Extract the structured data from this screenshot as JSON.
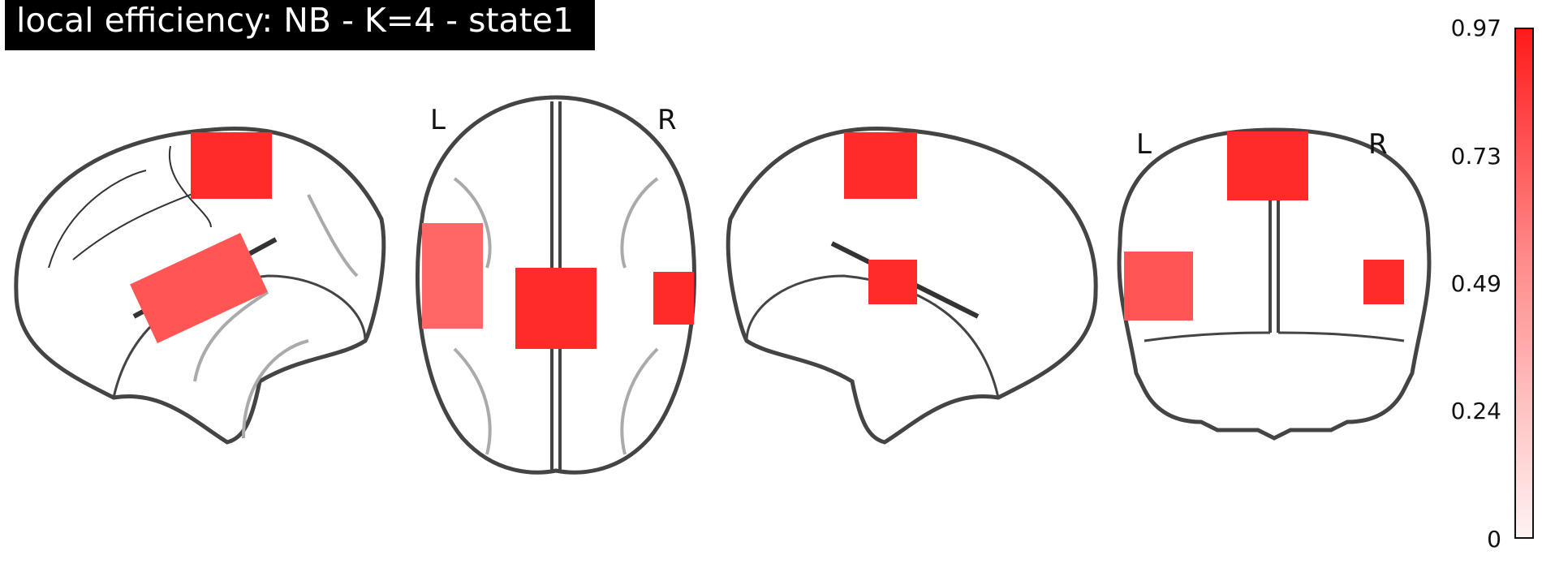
{
  "title": "local efficiency: NB - K=4 - state1",
  "views": {
    "axial": {
      "left_label": "L",
      "right_label": "R"
    },
    "coronal": {
      "left_label": "L",
      "right_label": "R"
    }
  },
  "colorbar": {
    "ticks": [
      "0.97",
      "0.73",
      "0.49",
      "0.24",
      "0"
    ],
    "colormap": [
      "#ffffff",
      "#ff0000"
    ]
  },
  "colors": {
    "outline": "#444444",
    "overlay": "#ff2a2a",
    "overlay_light": "#ff6666"
  }
}
